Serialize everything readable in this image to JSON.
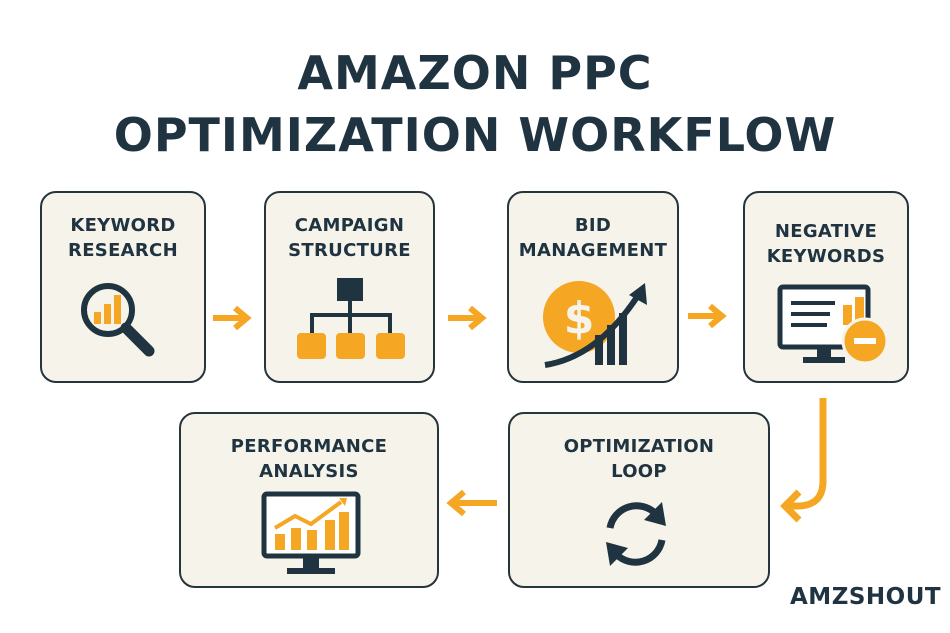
{
  "title": {
    "line1": "AMAZON PPC",
    "line2": "OPTIMIZATION WORKFLOW"
  },
  "steps": [
    {
      "id": "keyword-research",
      "line1": "KEYWORD",
      "line2": "RESEARCH",
      "icon": "magnifier-chart-icon"
    },
    {
      "id": "campaign-structure",
      "line1": "CAMPAIGN",
      "line2": "STRUCTURE",
      "icon": "hierarchy-icon"
    },
    {
      "id": "bid-management",
      "line1": "BID",
      "line2": "MANAGEMENT",
      "icon": "dollar-growth-icon"
    },
    {
      "id": "negative-keywords",
      "line1": "NEGATIVE",
      "line2": "KEYWORDS",
      "icon": "monitor-minus-icon"
    },
    {
      "id": "optimization-loop",
      "line1": "OPTIMIZATION",
      "line2": "LOOP",
      "icon": "refresh-cycle-icon"
    },
    {
      "id": "performance-analysis",
      "line1": "PERFORMANCE",
      "line2": "ANALYSIS",
      "icon": "monitor-chart-icon"
    }
  ],
  "brand": "AMZSHOUT",
  "colors": {
    "accent": "#f5a623",
    "dark": "#1f3440",
    "box_bg": "#f6f3ea"
  }
}
